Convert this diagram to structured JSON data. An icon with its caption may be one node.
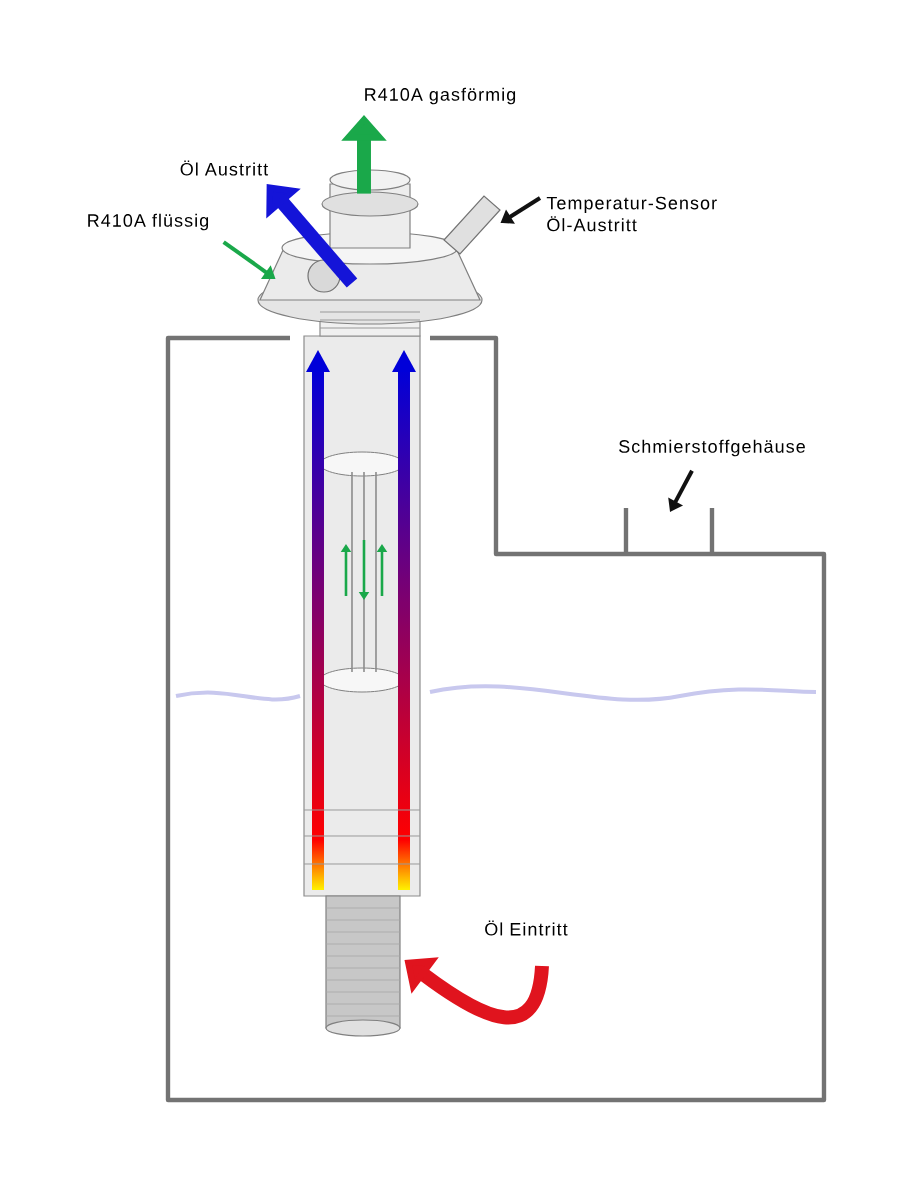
{
  "diagram": {
    "nodes": [
      {
        "text": [
          "R410A gasförmig"
        ]
      },
      {
        "text": [
          "Öl Austritt"
        ]
      },
      {
        "text": [
          "R410A flüssig"
        ]
      },
      {
        "text": [
          "Temperatur-Sensor Öl-Austritt"
        ]
      },
      {
        "text": [
          "Schmierstoffgehäuse"
        ]
      },
      {
        "text": [
          "Öl Eintritt"
        ]
      },
      {
        "text": [],
        "shape": "picture"
      },
      {
        "text": [],
        "shape": "picture"
      }
    ],
    "edges": [
      {
        "from": 6,
        "to": 0,
        "arrow": "to",
        "style": "thick",
        "color": "#1aa84a"
      },
      {
        "from": 6,
        "to": 1,
        "arrow": "to",
        "style": "thick",
        "color": "#1414d8"
      },
      {
        "from": 2,
        "to": 6,
        "arrow": "to",
        "color": "#1aa84a"
      },
      {
        "from": 3,
        "to": 6,
        "arrow": "to",
        "color": "#111111"
      },
      {
        "from": 4,
        "to": null,
        "arrow": "to",
        "color": "#111111"
      },
      {
        "from": 5,
        "to": 7,
        "arrow": "to",
        "style": "thick",
        "color": "#e0141e"
      }
    ]
  }
}
